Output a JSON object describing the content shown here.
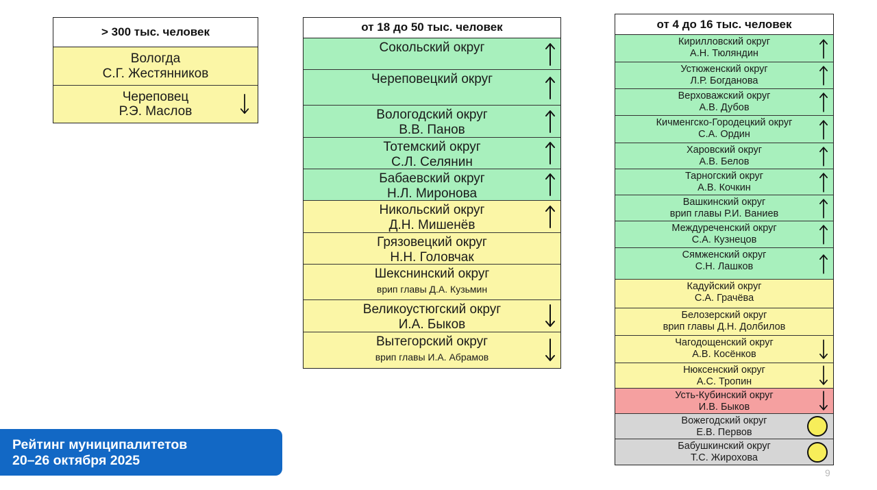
{
  "icons": {
    "up": "arrow-up-icon",
    "down": "arrow-down-icon",
    "circle": "yellow-circle-icon"
  },
  "colors": {
    "green": "#a8f0bd",
    "yellow": "#fbf6a6",
    "red": "#f5a0a0",
    "gray": "#d6d6d6",
    "badge": "#1268c5"
  },
  "group1": {
    "title": "> 300 тыс. человек",
    "rows": [
      {
        "name": "Вологда",
        "head": "С.Г. Жестянников",
        "color": "yellow",
        "icon": ""
      },
      {
        "name": "Череповец",
        "head": "Р.Э. Маслов",
        "color": "yellow",
        "icon": "down"
      }
    ]
  },
  "group2": {
    "title": "от 18 до 50 тыс. человек",
    "rows": [
      {
        "name": "Сокольский округ",
        "head": "",
        "color": "green",
        "icon": "up"
      },
      {
        "name": "Череповецкий округ",
        "head": "",
        "color": "green",
        "icon": "up"
      },
      {
        "name": "Вологодский округ",
        "head": "В.В. Панов",
        "color": "green",
        "icon": "up"
      },
      {
        "name": "Тотемский округ",
        "head": "С.Л. Селянин",
        "color": "green",
        "icon": "up"
      },
      {
        "name": "Бабаевский округ",
        "head": "Н.Л. Миронова",
        "color": "green",
        "icon": "up"
      },
      {
        "name": "Никольский округ",
        "head": "Д.Н. Мишенёв",
        "color": "yellow",
        "icon": "up"
      },
      {
        "name": "Грязовецкий округ",
        "head": "Н.Н. Головчак",
        "color": "yellow",
        "icon": ""
      },
      {
        "name": "Шекснинский округ",
        "head": "врип главы Д.А. Кузьмин",
        "color": "yellow",
        "icon": "",
        "small": true
      },
      {
        "name": "Великоустюгский округ",
        "head": "И.А. Быков",
        "color": "yellow",
        "icon": "down"
      },
      {
        "name": "Вытегорский округ",
        "head": "врип главы И.А. Абрамов",
        "color": "yellow",
        "icon": "down",
        "small": true
      }
    ]
  },
  "group3": {
    "title": "от 4 до 16 тыс. человек",
    "rows": [
      {
        "name": "Кирилловский округ",
        "head": "А.Н. Тюляндин",
        "color": "green",
        "icon": "up"
      },
      {
        "name": "Устюженский округ",
        "head": "Л.Р. Богданова",
        "color": "green",
        "icon": "up"
      },
      {
        "name": "Верховажский округ",
        "head": "А.В. Дубов",
        "color": "green",
        "icon": "up"
      },
      {
        "name": "Кичменгско-Городецкий округ",
        "head": "С.А. Ордин",
        "color": "green",
        "icon": "up"
      },
      {
        "name": "Харовский округ",
        "head": "А.В. Белов",
        "color": "green",
        "icon": "up"
      },
      {
        "name": "Тарногский округ",
        "head": "А.В. Кочкин",
        "color": "green",
        "icon": "up"
      },
      {
        "name": "Вашкинский округ",
        "head": "врип главы Р.И. Ваниев",
        "color": "green",
        "icon": "up"
      },
      {
        "name": "Междуреченский округ",
        "head": "С.А. Кузнецов",
        "color": "green",
        "icon": "up"
      },
      {
        "name": "Сямженский округ",
        "head": "С.Н. Лашков",
        "color": "green",
        "icon": "up"
      },
      {
        "name": "Кадуйский округ",
        "head": "С.А. Грачёва",
        "color": "yellow",
        "icon": ""
      },
      {
        "name": "Белозерский округ",
        "head": "врип главы Д.Н. Долбилов",
        "color": "yellow",
        "icon": ""
      },
      {
        "name": "Чагодощенский округ",
        "head": "А.В. Косёнков",
        "color": "yellow",
        "icon": "down"
      },
      {
        "name": "Нюксенский округ",
        "head": "А.С. Тропин",
        "color": "yellow",
        "icon": "down"
      },
      {
        "name": "Усть-Кубинский округ",
        "head": "И.В. Быков",
        "color": "red",
        "icon": "down"
      },
      {
        "name": "Вожегодский округ",
        "head": "Е.В. Первов",
        "color": "gray",
        "icon": "circle"
      },
      {
        "name": "Бабушкинский округ",
        "head": "Т.С. Жирохова",
        "color": "gray",
        "icon": "circle"
      }
    ]
  },
  "footer": {
    "title_line1": "Рейтинг муниципалитетов",
    "title_line2": "20–26 октября 2025",
    "page_number": "9"
  }
}
